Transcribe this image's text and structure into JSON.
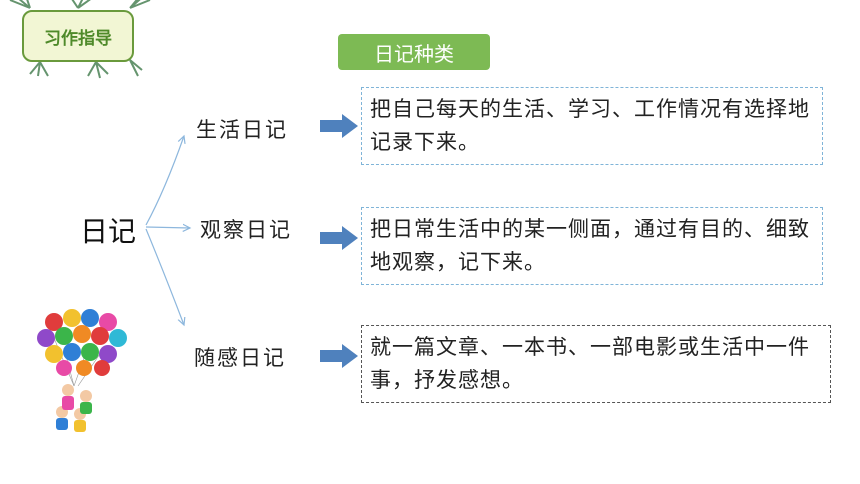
{
  "badge": {
    "label": "习作指导"
  },
  "title": "日记种类",
  "root": "日记",
  "branches": [
    {
      "label": "生活日记",
      "description": "把自己每天的生活、学习、工作情况有选择地记录下来。"
    },
    {
      "label": "观察日记",
      "description": "把日常生活中的某一侧面，通过有目的、细致地观察，记下来。"
    },
    {
      "label": "随感日记",
      "description": "就一篇文章、一本书、一部电影或生活中一件事，抒发感想。"
    }
  ],
  "colors": {
    "badge_border": "#6a9a3c",
    "badge_fill": "#f2f6d4",
    "title_fill": "#7dba54",
    "arrow_fill": "#4f81bd",
    "connector": "#8db7dd"
  },
  "decoration": {
    "leaves": "palm-leaves-icon",
    "balloons": "balloons-children-illustration"
  }
}
